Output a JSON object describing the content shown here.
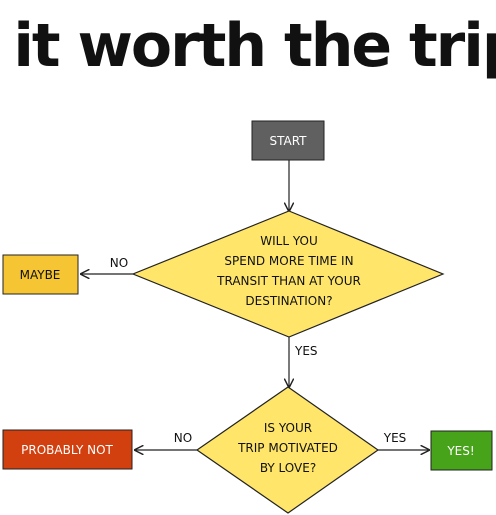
{
  "title": "Is it worth the trip?",
  "nodes": {
    "start": {
      "label": "START",
      "fill": "#606060",
      "text_color": "#ffffff"
    },
    "question_transit": {
      "lines": [
        "WILL YOU",
        "SPEND MORE TIME IN",
        "TRANSIT THAN AT YOUR",
        "DESTINATION?"
      ],
      "fill": "#ffe66b"
    },
    "maybe": {
      "label": "MAYBE",
      "fill": "#f5c534",
      "text_color": "#111111"
    },
    "question_love": {
      "lines": [
        "IS YOUR",
        "TRIP MOTIVATED",
        "BY LOVE?"
      ],
      "fill": "#ffe66b"
    },
    "probably_not": {
      "label": "PROBABLY NOT",
      "fill": "#d2400f",
      "text_color": "#ffffff"
    },
    "yes_result": {
      "label": "YES!",
      "fill": "#46a31a",
      "text_color": "#ffffff"
    }
  },
  "edges": {
    "transit_no": "NO",
    "transit_yes": "YES",
    "love_no": "NO",
    "love_yes": "YES"
  }
}
